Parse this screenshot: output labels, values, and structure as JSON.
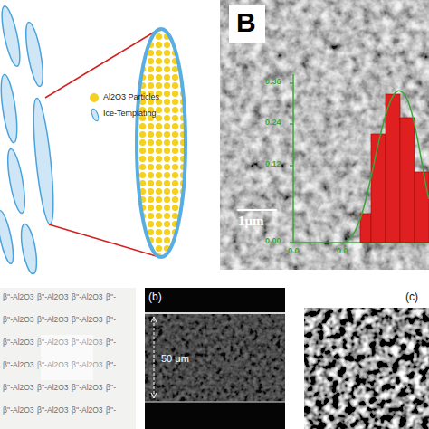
{
  "diagram": {
    "labels": [
      "B",
      "1μm",
      "0.36",
      "0.24",
      "0.12",
      "0.00",
      "0.0",
      "0.0",
      "β''-Al2O3",
      "β''-Al2O3",
      "β''-Al2O3",
      "β''-",
      "β''-Al2O3",
      "β''-Al2O3",
      "β''-Al2O3",
      "β''-",
      "β''-Al2O3",
      "β''-Al2O3",
      "β''-Al2O3",
      "β''-",
      "β''-Al2O3",
      "β''-Al2O3",
      "β''-Al2O3",
      "β''-",
      "β''-Al2O3",
      "β''-Al2O3",
      "β''-Al2O3",
      "β''-",
      "β''-Al2O3",
      "β''-Al2O3",
      "β''-Al2O3",
      "β''-",
      "(b)",
      "50 μm",
      "(c)"
    ],
    "legend": [
      {
        "text": "Al2O3 Particles",
        "color": "#f5d01c"
      },
      {
        "text": "Ice-Templating"
      }
    ]
  }
}
